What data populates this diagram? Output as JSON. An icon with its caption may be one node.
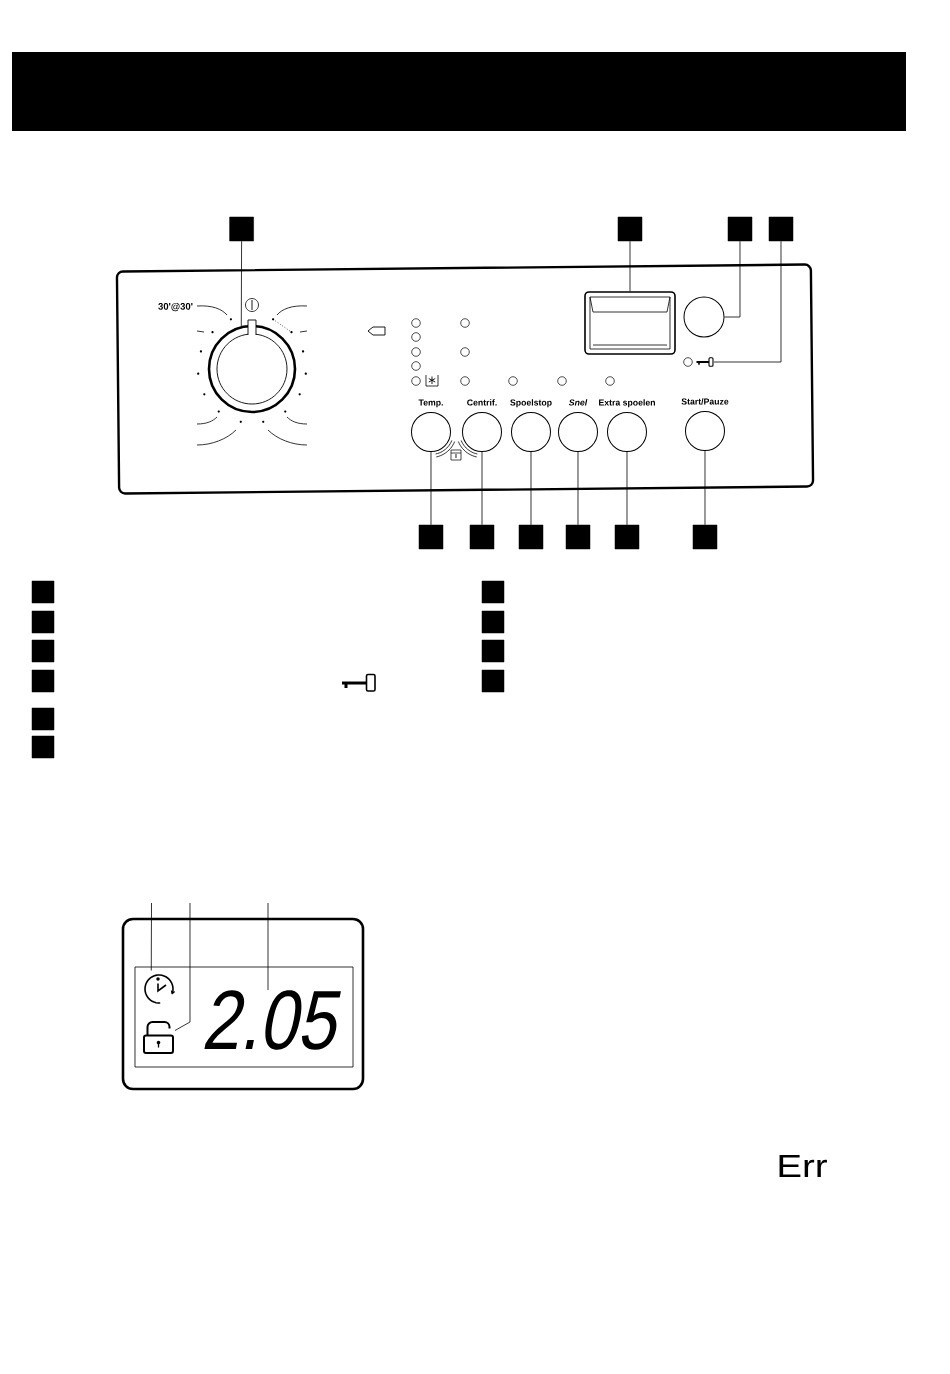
{
  "diagram": {
    "nodes": [
      {
        "text": [],
        "shape": "box"
      },
      {
        "text": [],
        "shape": "box"
      },
      {
        "text": [],
        "shape": "box"
      },
      {
        "text": [],
        "shape": "box"
      },
      {
        "text": [],
        "shape": "box"
      },
      {
        "text": [],
        "shape": "circle",
        "in": 4
      },
      {
        "text": [],
        "shape": "box",
        "in": 4
      },
      {
        "text": [],
        "shape": "circle",
        "in": 4
      },
      {
        "text": [],
        "shape": "picture",
        "in": 4
      },
      {
        "text": [
          "Temp."
        ],
        "in": 4
      },
      {
        "text": [
          "Centrif."
        ],
        "in": 4
      },
      {
        "text": [
          "Spoelstop"
        ],
        "in": 4
      },
      {
        "text": [
          "Snel"
        ],
        "in": 4
      },
      {
        "text": [
          "Extra spoelen"
        ],
        "in": 4
      },
      {
        "text": [
          "Start/Pauze"
        ],
        "in": 4
      },
      {
        "text": [],
        "shape": "box"
      },
      {
        "text": [],
        "shape": "box"
      },
      {
        "text": [],
        "shape": "box"
      },
      {
        "text": [],
        "shape": "box"
      },
      {
        "text": [],
        "shape": "box"
      },
      {
        "text": [],
        "shape": "box"
      },
      {
        "text": [],
        "shape": "box"
      },
      {
        "text": [],
        "shape": "box"
      },
      {
        "text": [],
        "shape": "box"
      },
      {
        "text": [],
        "shape": "box"
      },
      {
        "text": [],
        "shape": "box"
      },
      {
        "text": [],
        "shape": "box"
      },
      {
        "text": [],
        "shape": "box"
      },
      {
        "text": [],
        "shape": "box"
      },
      {
        "text": [],
        "shape": "box"
      },
      {
        "text": [],
        "shape": "box"
      },
      {
        "text": [],
        "shape": "box"
      },
      {
        "text": [],
        "shape": "box",
        "in": 31
      },
      {
        "text": [],
        "shape": "picture",
        "in": 32
      },
      {
        "text": [],
        "shape": "picture",
        "in": 32
      },
      {
        "text": [
          "2.05"
        ],
        "in": 32
      }
    ],
    "edges": [
      {
        "from": 0,
        "to": 5,
        "arrow": "none"
      },
      {
        "from": 1,
        "to": 6,
        "arrow": "none"
      },
      {
        "from": 2,
        "to": 7,
        "arrow": "none"
      },
      {
        "from": 3,
        "to": 8,
        "arrow": "none"
      },
      {
        "from": 15,
        "to": 9,
        "arrow": "none"
      },
      {
        "from": 16,
        "to": 10,
        "arrow": "none"
      },
      {
        "from": 17,
        "to": 11,
        "arrow": "none"
      },
      {
        "from": 18,
        "to": 12,
        "arrow": "none"
      },
      {
        "from": 19,
        "to": 13,
        "arrow": "none"
      },
      {
        "from": 20,
        "to": 14,
        "arrow": "none"
      },
      {
        "from": null,
        "to": 33,
        "arrow": "none"
      },
      {
        "from": null,
        "to": 34,
        "arrow": "none"
      },
      {
        "from": null,
        "to": 35,
        "arrow": "none"
      }
    ],
    "labels": [
      "30'@30'",
      "Err"
    ]
  }
}
